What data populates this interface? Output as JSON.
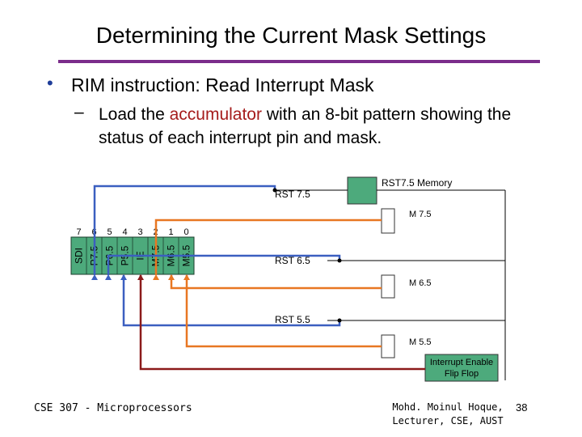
{
  "slide": {
    "title": "Determining the Current Mask Settings",
    "bullet_glyph": "•",
    "bullet_text": "RIM instruction: Read Interrupt Mask",
    "sub_dash": "–",
    "sub_before": "Load the ",
    "sub_highlight": "accumulator",
    "sub_after": " with an 8-bit pattern showing the status of each interrupt pin and mask."
  },
  "diagram": {
    "bit_numbers": [
      "7",
      "6",
      "5",
      "4",
      "3",
      "2",
      "1",
      "0"
    ],
    "bit_labels": [
      "SDI",
      "P7.5",
      "P6.5",
      "P5.5",
      "IE",
      "M7.5",
      "M6.5",
      "M5.5"
    ],
    "rst75_label": "RST 7.5",
    "rst75_memory_label": "RST7.5 Memory",
    "m75_label": "M 7.5",
    "rst65_label": "RST 6.5",
    "m65_label": "M 6.5",
    "rst55_label": "RST 5.5",
    "m55_label": "M 5.5",
    "ie_ff_line1": "Interrupt Enable",
    "ie_ff_line2": "Flip Flop",
    "colors": {
      "register_fill": "#4daa7c",
      "memory_fill": "#4daa7c",
      "ie_ff_fill": "#4daa7c",
      "blue_wire": "#3b5fc0",
      "orange_wire": "#e87722",
      "darkred_wire": "#8b1a1a",
      "rule": "#7b2d8b"
    }
  },
  "footer": {
    "course": "CSE 307 - Microprocessors",
    "author_line1": "Mohd. Moinul Hoque,",
    "author_line2": "Lecturer, CSE, AUST",
    "page": "38"
  }
}
